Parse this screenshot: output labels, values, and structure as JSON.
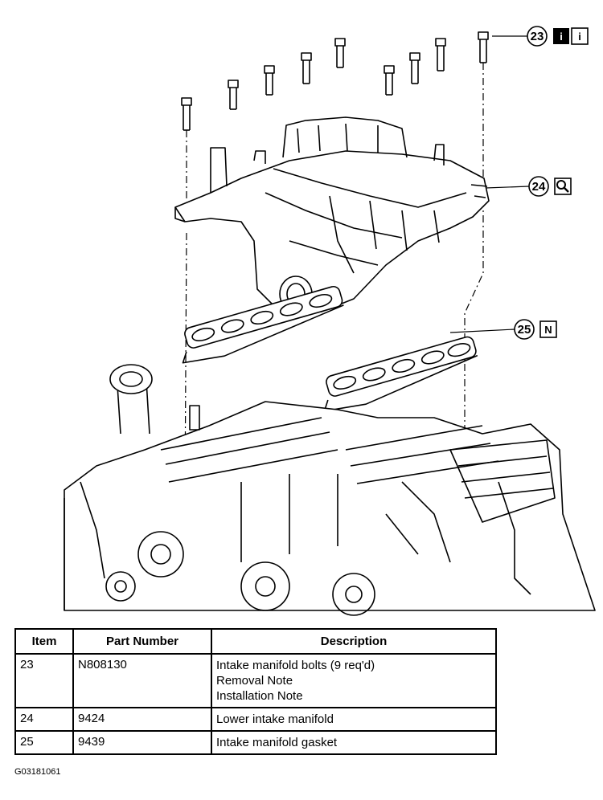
{
  "callouts": [
    {
      "number": "23",
      "badges": [
        "i",
        "i"
      ]
    },
    {
      "number": "24",
      "badges": [
        "magnifier-icon"
      ]
    },
    {
      "number": "25",
      "badges": [
        "N"
      ]
    }
  ],
  "table": {
    "headers": {
      "item": "Item",
      "part_number": "Part Number",
      "description": "Description"
    },
    "rows": [
      {
        "item": "23",
        "part_number": "N808130",
        "description": [
          "Intake manifold bolts (9 req'd)",
          "Removal Note",
          "Installation Note"
        ]
      },
      {
        "item": "24",
        "part_number": "9424",
        "description": [
          "Lower intake manifold"
        ]
      },
      {
        "item": "25",
        "part_number": "9439",
        "description": [
          "Intake manifold gasket"
        ]
      }
    ]
  },
  "figure_id": "G03181061"
}
